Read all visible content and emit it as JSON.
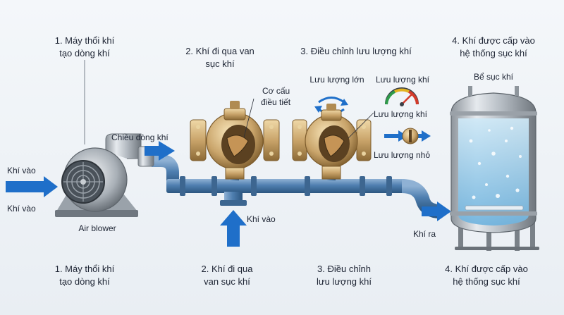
{
  "steps": {
    "top": {
      "s1_line1": "1. Máy thổi khí",
      "s1_line2": "tạo dòng khí",
      "s2_line1": "2. Khí đi qua van",
      "s2_line2": "sục khí",
      "s3": "3. Điều chỉnh lưu lượng khí",
      "s4_line1": "4. Khí được cấp vào",
      "s4_line2": "hệ thống sục khí"
    },
    "bottom": {
      "s1_line1": "1. Máy thổi khí",
      "s1_line2": "tạo dòng khí",
      "s2_line1": "2. Khí đi qua",
      "s2_line2": "van sục khí",
      "s3_line1": "3. Điều chỉnh",
      "s3_line2": "lưu lượng khí",
      "s4_line1": "4. Khí được cấp vào",
      "s4_line2": "hệ thống sục khí"
    }
  },
  "labels": {
    "air_in_top": "Khí vào",
    "air_in_bottom": "Khí vào",
    "air_blower": "Air blower",
    "flow_direction": "Chiều dòng khí",
    "mechanism_line1": "Cơ cấu",
    "mechanism_line2": "điều tiết",
    "large_flow": "Lưu lượng lớn",
    "flow_meter_top": "Lưu lượng khí",
    "flow_meter": "Lưu lượng khí",
    "small_flow": "Lưu lượng nhỏ",
    "aeration_tank": "Bể sục khí",
    "air_in_valve": "Khí vào",
    "air_out": "Khí ra"
  },
  "colors": {
    "arrow_blue": "#1f6fc9",
    "pipe_blue": "#4f7fb0",
    "brass": "#c9a46a",
    "water": "#8fc9ea",
    "gauge_red": "#d23a2a"
  },
  "icons": [
    "air-blower-icon",
    "valve-icon",
    "flow-gauge-icon",
    "rotate-icon",
    "aeration-tank-icon"
  ]
}
